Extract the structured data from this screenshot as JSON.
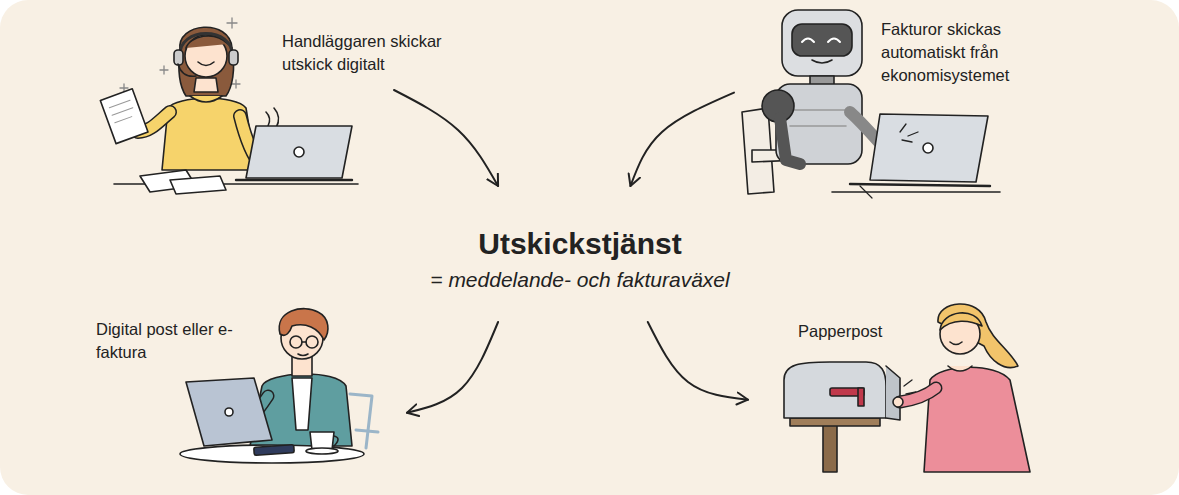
{
  "diagram": {
    "nodes": [
      {
        "text": [
          "Handläggaren skickar utskick digitalt"
        ]
      },
      {
        "text": [
          "Fakturor skickas automatiskt från ekonomisystemet"
        ]
      },
      {
        "text": [
          "Utskickstjänst",
          "= meddelande- och fakturaväxel"
        ]
      },
      {
        "text": [
          "Digital post eller e-faktura"
        ]
      },
      {
        "text": [
          "Papperpost"
        ]
      }
    ],
    "edges": [
      {
        "from": 0,
        "to": 2,
        "arrow": "to"
      },
      {
        "from": 1,
        "to": 2,
        "arrow": "to"
      },
      {
        "from": 2,
        "to": 3,
        "arrow": "to"
      },
      {
        "from": 2,
        "to": 4,
        "arrow": "to"
      }
    ]
  }
}
